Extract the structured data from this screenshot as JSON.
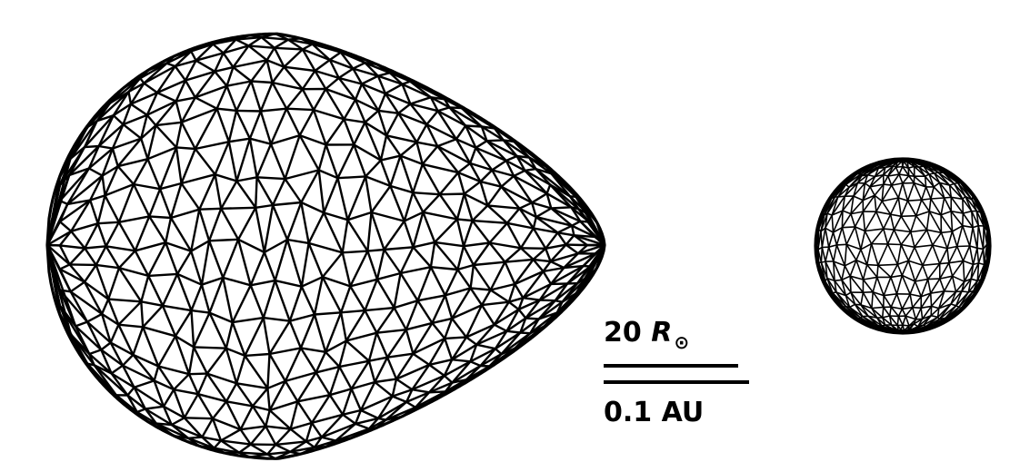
{
  "scale": {
    "top_number": "20",
    "top_symbol": "R",
    "top_subscript": "⊙",
    "bottom_label": "0.1 AU"
  },
  "colors": {
    "line": "#000000",
    "background": "#ffffff"
  }
}
